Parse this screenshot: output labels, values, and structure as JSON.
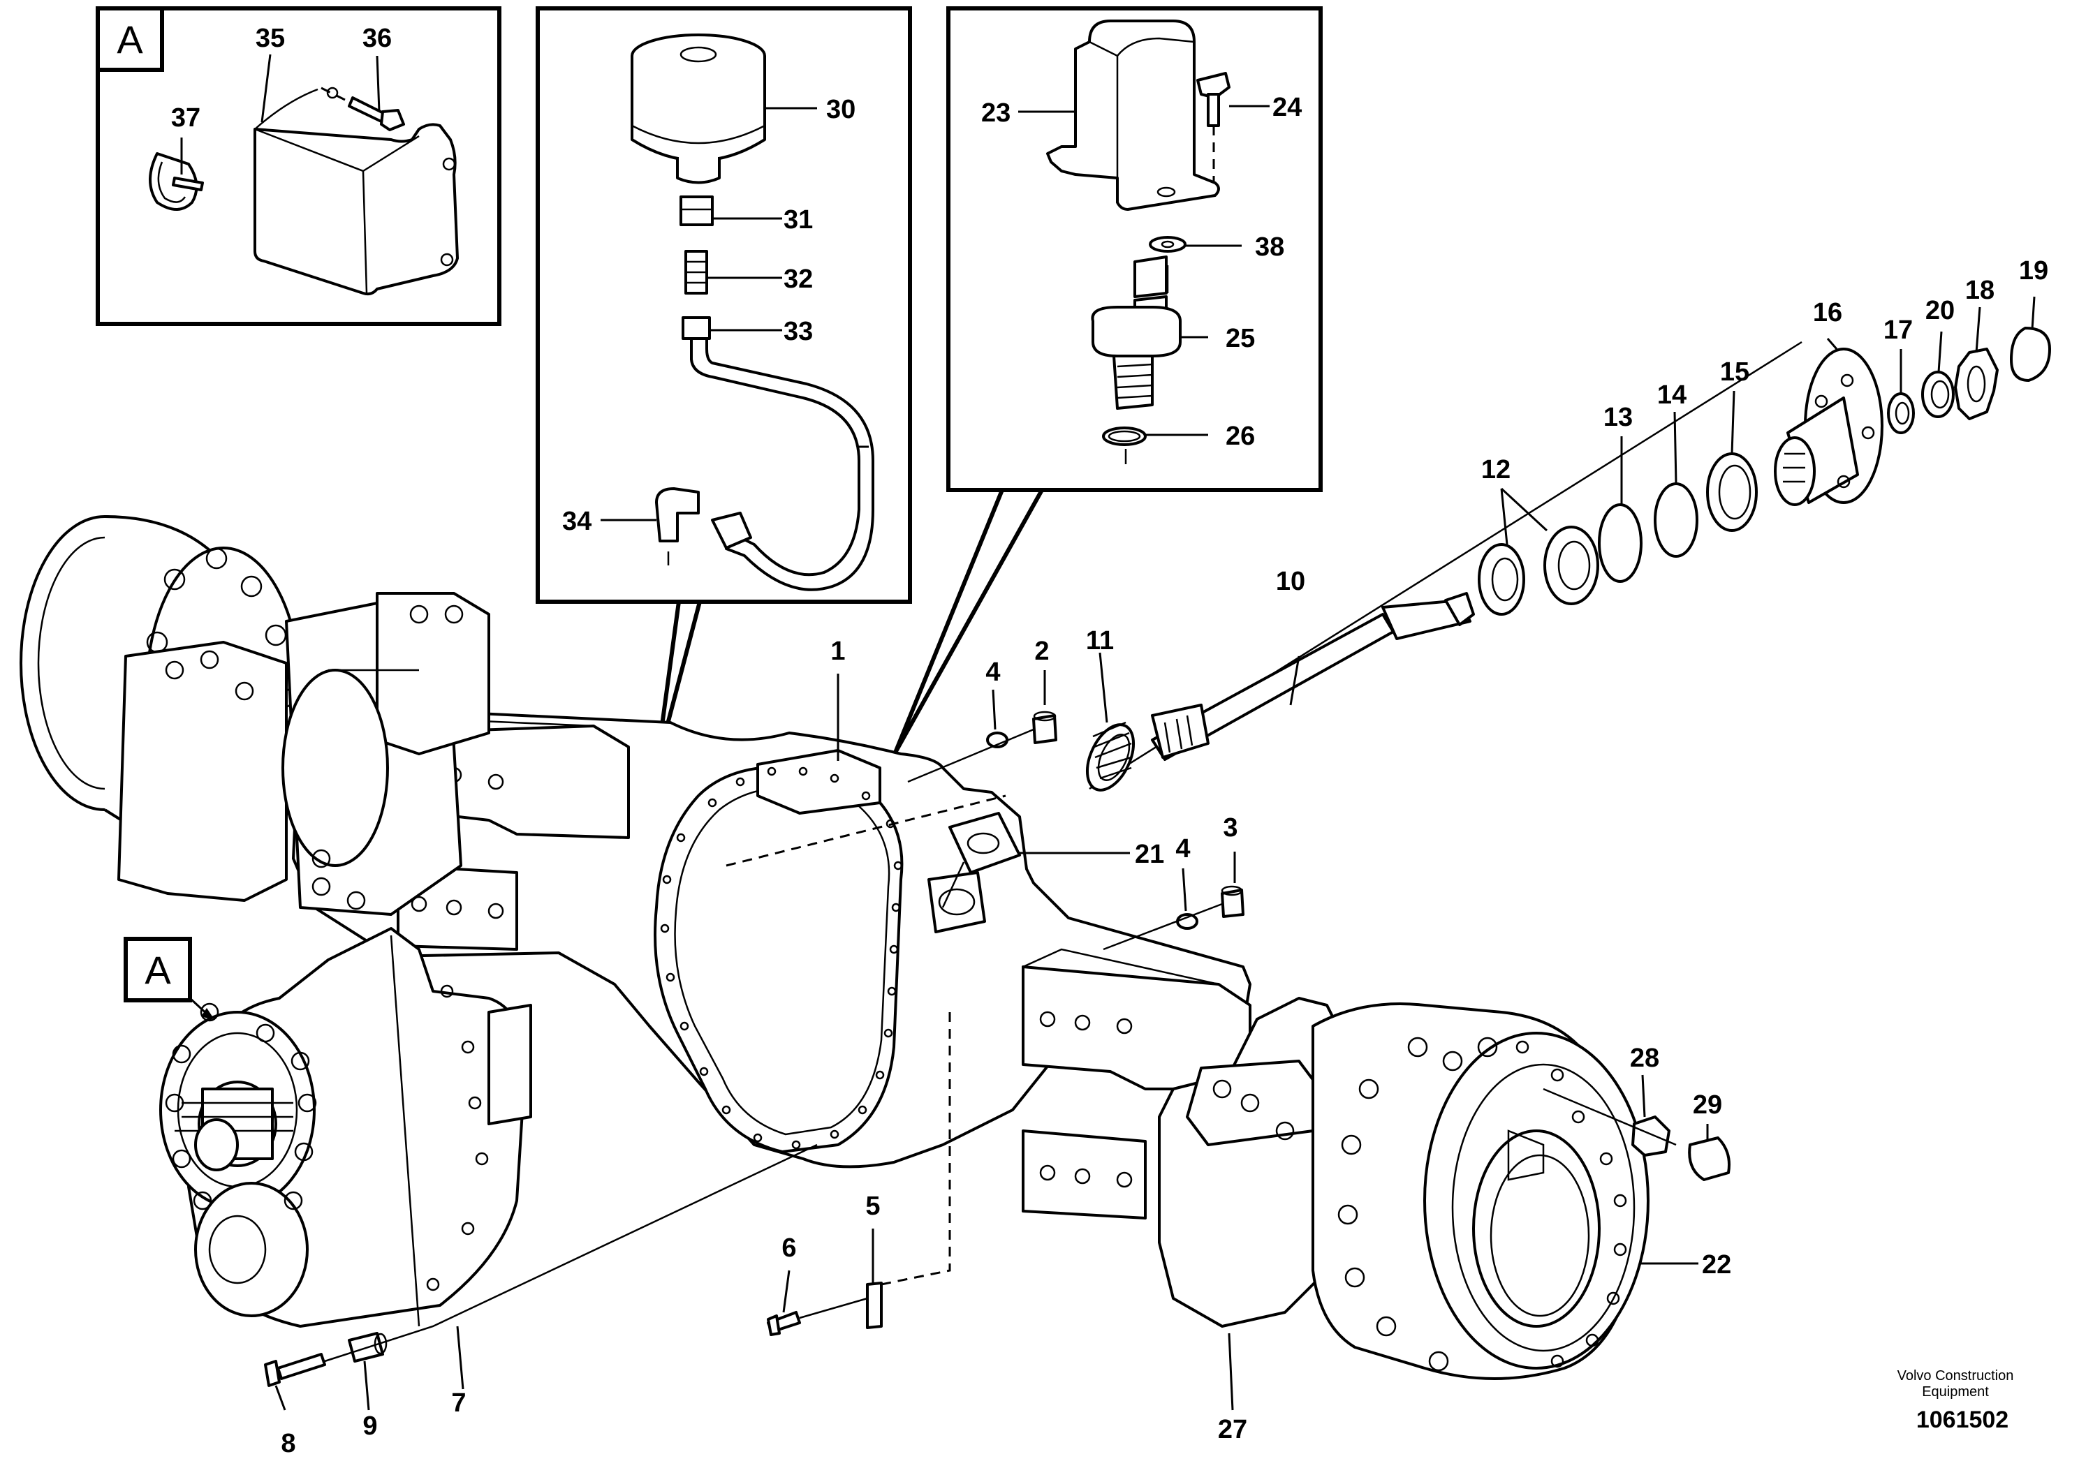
{
  "diagram": {
    "view_letter": "A",
    "part_numbers": {
      "p1": "1",
      "p2": "2",
      "p3": "3",
      "p4a": "4",
      "p4b": "4",
      "p5": "5",
      "p6": "6",
      "p7": "7",
      "p8": "8",
      "p9": "9",
      "p10": "10",
      "p11": "11",
      "p12": "12",
      "p13": "13",
      "p14": "14",
      "p15": "15",
      "p16": "16",
      "p17": "17",
      "p18": "18",
      "p19": "19",
      "p20": "20",
      "p21": "21",
      "p22": "22",
      "p23": "23",
      "p24": "24",
      "p25": "25",
      "p26": "26",
      "p27": "27",
      "p28": "28",
      "p29": "29",
      "p30": "30",
      "p31": "31",
      "p32": "32",
      "p33": "33",
      "p34": "34",
      "p35": "35",
      "p36": "36",
      "p37": "37",
      "p38": "38"
    },
    "credit_line1": "Volvo Construction",
    "credit_line2": "Equipment",
    "doc_number": "1061502"
  }
}
